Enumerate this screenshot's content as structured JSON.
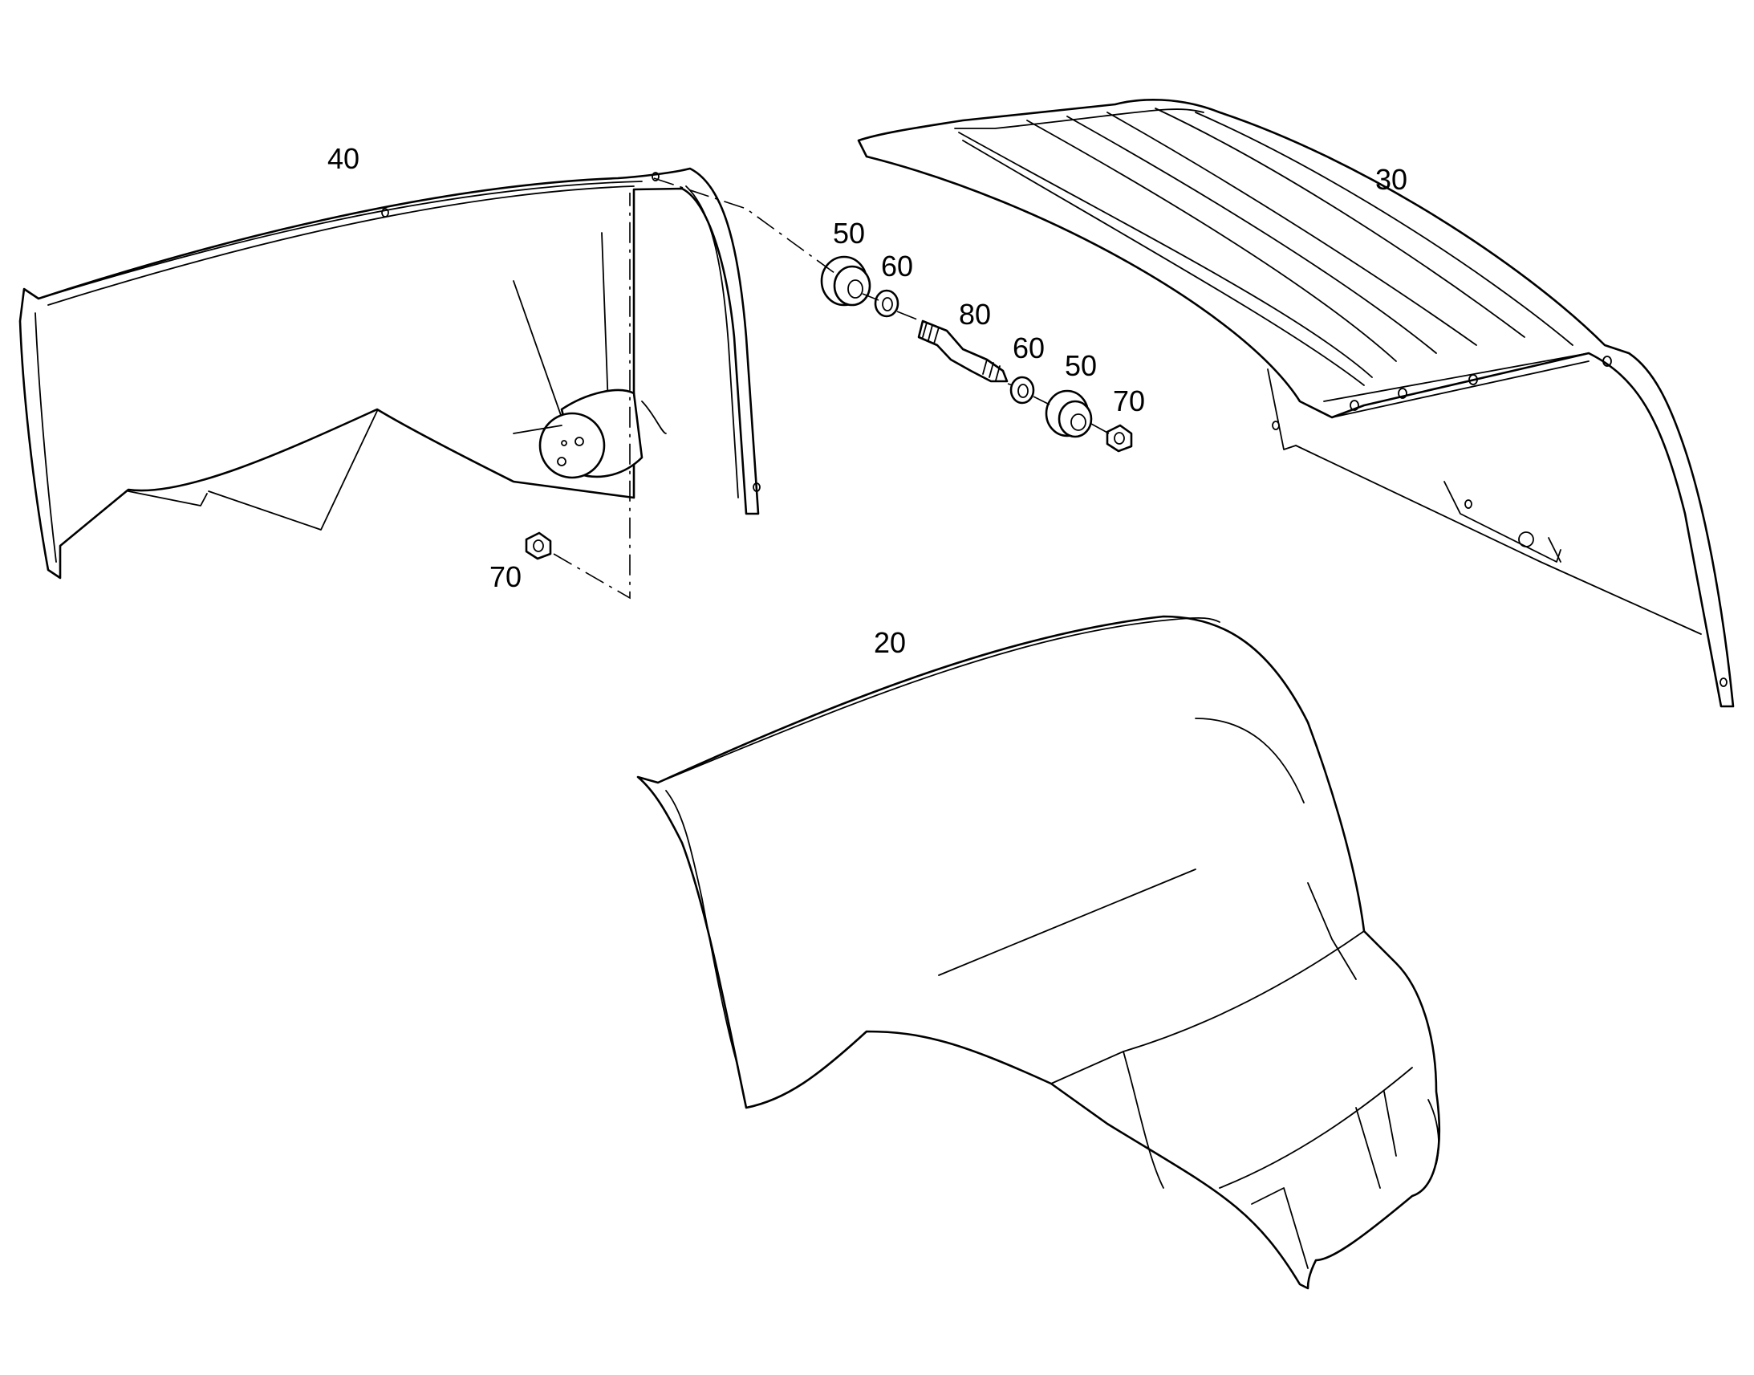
{
  "callouts": {
    "part_40": "40",
    "part_30": "30",
    "part_20": "20",
    "part_50_a": "50",
    "part_60_a": "60",
    "part_80": "80",
    "part_60_b": "60",
    "part_50_b": "50",
    "part_70_a": "70",
    "part_70_b": "70"
  }
}
